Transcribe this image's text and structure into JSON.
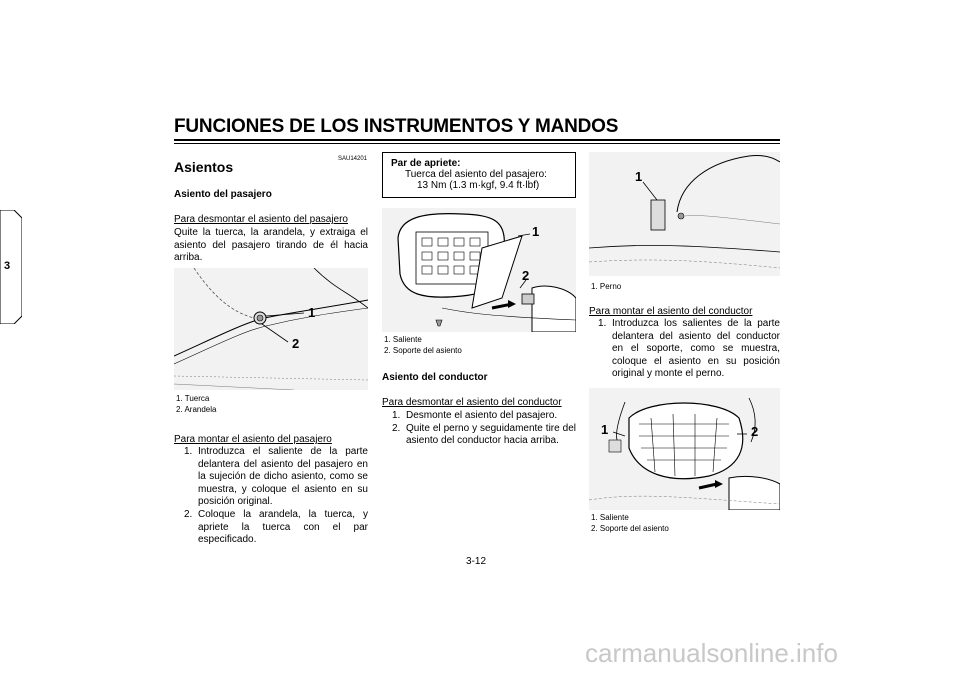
{
  "header": {
    "title": "FUNCIONES DE LOS INSTRUMENTOS Y MANDOS",
    "side_tab_number": "3"
  },
  "col1": {
    "code": "SAU14201",
    "heading": "Asientos",
    "subheading": "Asiento del pasajero",
    "remove_title": "Para desmontar el asiento del pasajero",
    "remove_text": "Quite la tuerca, la arandela, y extraiga el asiento del pasajero tirando de él hacia arriba.",
    "figure_labels": [
      "1",
      "2"
    ],
    "captions": [
      "1. Tuerca",
      "2. Arandela"
    ],
    "install_title": "Para montar el asiento del pasajero",
    "install_steps": [
      {
        "n": "1.",
        "text": "Introduzca el saliente de la parte delantera del asiento del pasajero en la sujeción de dicho asiento, como se muestra, y coloque el asiento en su posición original."
      },
      {
        "n": "2.",
        "text": "Coloque la arandela, la tuerca, y apriete la tuerca con el par especificado."
      }
    ]
  },
  "col2": {
    "torque_title": "Par de apriete:",
    "torque_line1": "Tuerca del asiento del pasajero:",
    "torque_line2": "13 Nm (1.3 m·kgf, 9.4 ft·lbf)",
    "figure_labels": [
      "1",
      "2"
    ],
    "captions": [
      "1. Saliente",
      "2. Soporte del asiento"
    ],
    "subheading": "Asiento del conductor",
    "remove_title": "Para desmontar el asiento del conductor",
    "remove_steps": [
      {
        "n": "1.",
        "text": "Desmonte el asiento del pasajero."
      },
      {
        "n": "2.",
        "text": "Quite el perno y seguidamente tire del asiento del conductor hacia arriba."
      }
    ]
  },
  "col3": {
    "figure1_label": "1",
    "caption1": "1. Perno",
    "install_title": "Para montar el asiento del conductor",
    "install_steps": [
      {
        "n": "1.",
        "text": "Introduzca los salientes de la parte delantera del asiento del conductor en el soporte, como se muestra, coloque el asiento en su posición original y monte el perno."
      }
    ],
    "figure2_labels": [
      "1",
      "2"
    ],
    "captions2": [
      "1. Saliente",
      "2. Soporte del asiento"
    ]
  },
  "footer": {
    "page_number": "3-12",
    "watermark": "carmanualsonline.info"
  }
}
